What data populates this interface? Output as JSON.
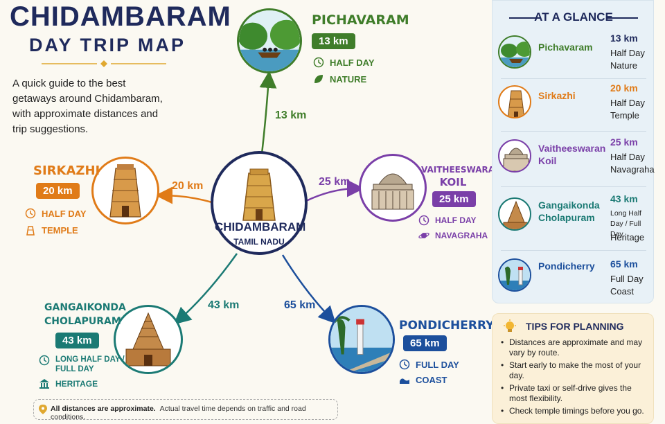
{
  "header": {
    "title": "CHIDAMBARAM",
    "subtitle": "DAY TRIP MAP",
    "intro": "A quick guide to the best getaways around Chidambaram, with approximate distances and trip suggestions."
  },
  "center": {
    "name": "CHIDAMBARAM",
    "sub": "TAMIL NADU"
  },
  "colors": {
    "navy": "#1f2a5c",
    "green": "#3f7d2a",
    "orange": "#e07b18",
    "purple": "#7a3fa8",
    "teal": "#1b7a74",
    "blue": "#1c4f9c"
  },
  "destinations": {
    "pichavaram": {
      "name": "PICHAVARAM",
      "km": "13 km",
      "route_km": "13 km",
      "duration": "HALF DAY",
      "type": "NATURE"
    },
    "sirkazhi": {
      "name": "SIRKAZHI",
      "km": "20 km",
      "route_km": "20 km",
      "duration": "HALF DAY",
      "type": "TEMPLE"
    },
    "vaitheeswaran": {
      "name_line1": "VAITHEESWARAN",
      "name_line2": "KOIL",
      "km": "25 km",
      "route_km": "25 km",
      "duration": "HALF DAY",
      "type": "NAVAGRAHA"
    },
    "gangaikonda": {
      "name_line1": "GANGAIKONDA",
      "name_line2": "CHOLAPURAM",
      "km": "43 km",
      "route_km": "43 km",
      "duration_line1": "LONG HALF DAY /",
      "duration_line2": "FULL DAY",
      "type": "HERITAGE"
    },
    "pondicherry": {
      "name": "PONDICHERRY",
      "km": "65 km",
      "route_km": "65 km",
      "duration": "FULL DAY",
      "type": "COAST"
    }
  },
  "note": {
    "bold": "All distances are approximate.",
    "text": "Actual travel time depends on traffic and road conditions."
  },
  "glance": {
    "title": "AT A GLANCE",
    "rows": [
      {
        "name": "Pichavaram",
        "km": "13 km",
        "line1": "Half Day",
        "line2": "Nature"
      },
      {
        "name": "Sirkazhi",
        "km": "20 km",
        "line1": "Half Day",
        "line2": "Temple"
      },
      {
        "name": "Vaitheeswaran Koil",
        "km": "25 km",
        "line1": "Half Day",
        "line2": "Navagraha"
      },
      {
        "name": "Gangaikonda Cholapuram",
        "km": "43 km",
        "line1": "Long Half Day / Full Day",
        "line2": "Heritage"
      },
      {
        "name": "Pondicherry",
        "km": "65 km",
        "line1": "Full Day",
        "line2": "Coast"
      }
    ]
  },
  "tips": {
    "title": "TIPS FOR PLANNING",
    "items": [
      "Distances are approximate and may vary by route.",
      "Start early to make the most of your day.",
      "Private taxi or self-drive gives the most flexibility.",
      "Check temple timings before you go."
    ]
  }
}
